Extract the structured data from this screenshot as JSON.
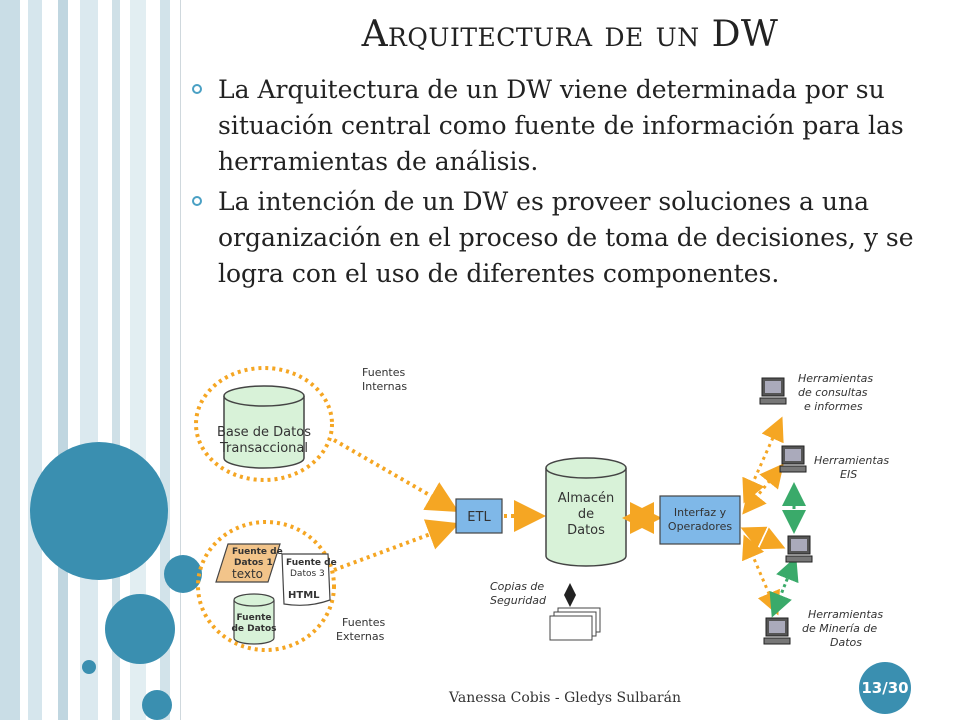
{
  "slide": {
    "title": "Arquitectura de un DW",
    "bullets": [
      "La Arquitectura de un DW viene determinada por su situación central como fuente de información para las herramientas de análisis.",
      "La intención de un DW es proveer soluciones a una organización en el proceso de toma de decisiones, y se logra con el uso de diferentes componentes."
    ],
    "footer": "Vanessa Cobis - Gledys Sulbarán",
    "page_number": "13/30"
  },
  "diagram": {
    "fuentes_internas": [
      "Fuentes",
      "Internas"
    ],
    "base_datos": [
      "Base de Datos",
      "Transaccional"
    ],
    "fuente_datos_1": [
      "Fuente de",
      "Datos 1"
    ],
    "texto": "texto",
    "fuente_datos_3": [
      "Fuente de",
      "Datos 3"
    ],
    "html": "HTML",
    "fuente_datos": [
      "Fuente",
      "de Datos"
    ],
    "fuentes_externas": [
      "Fuentes",
      "Externas"
    ],
    "etl": "ETL",
    "almacen": [
      "Almacén",
      "de",
      "Datos"
    ],
    "copias": [
      "Copias de",
      "Seguridad"
    ],
    "interfaz": [
      "Interfaz y",
      "Operadores"
    ],
    "herramientas_consultas": [
      "Herramientas",
      "de consultas",
      "e informes"
    ],
    "herramientas_eis": [
      "Herramientas",
      "EIS"
    ],
    "herramientas_mineria": [
      "Herramientas",
      "de  Minería de",
      "Datos"
    ]
  },
  "colors": {
    "accent": "#3a8fb0",
    "arrow_orange": "#f5a623",
    "arrow_green": "#3aaa6a",
    "db_fill": "#d8f2d8",
    "box_blue": "#7fb8e8"
  }
}
